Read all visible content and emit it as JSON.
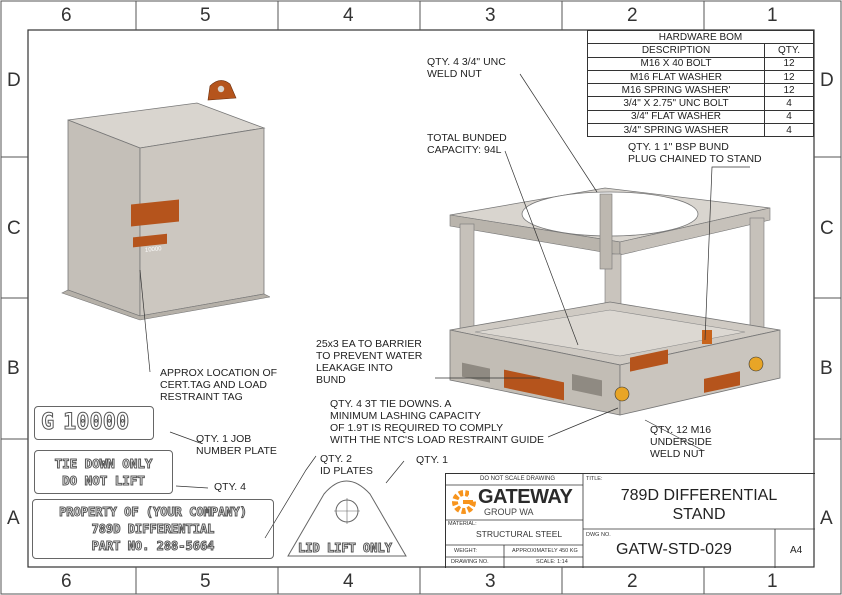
{
  "zones": {
    "columns": [
      "6",
      "5",
      "4",
      "3",
      "2",
      "1"
    ],
    "rows": [
      "D",
      "C",
      "B",
      "A"
    ]
  },
  "bom": {
    "title": "HARDWARE BOM",
    "headers": [
      "DESCRIPTION",
      "QTY."
    ],
    "rows": [
      {
        "desc": "M16 X 40 BOLT",
        "qty": "12"
      },
      {
        "desc": "M16 FLAT WASHER",
        "qty": "12"
      },
      {
        "desc": "M16 SPRING WASHER'",
        "qty": "12"
      },
      {
        "desc": "3/4\" X 2.75\" UNC BOLT",
        "qty": "4"
      },
      {
        "desc": "3/4\" FLAT WASHER",
        "qty": "4"
      },
      {
        "desc": "3/4\" SPRING WASHER",
        "qty": "4"
      }
    ]
  },
  "callouts": {
    "weld_nut_top": "QTY. 4 3/4\" UNC\nWELD NUT",
    "bunded_capacity": "TOTAL BUNDED\nCAPACITY: 94L",
    "bsp_plug": "QTY. 1 1\" BSP BUND\nPLUG CHAINED TO STAND",
    "cert_tag": "APPROX LOCATION OF\nCERT.TAG AND LOAD\nRESTRAINT TAG",
    "barrier": "25x3 EA TO BARRIER\nTO PREVENT WATER\nLEAKAGE INTO\nBUND",
    "tie_downs": "QTY. 4 3T TIE DOWNS. A\nMINIMUM LASHING CAPACITY\nOF 1.9T IS REQUIRED TO COMPLY\nWITH THE NTC'S LOAD RESTRAINT GUIDE",
    "underside_nut": "QTY. 12 M16\nUNDERSIDE\nWELD NUT",
    "job_plate": "QTY. 1 JOB\nNUMBER PLATE",
    "id_plates": "QTY. 2\nID PLATES",
    "lid_qty": "QTY. 1",
    "tie_qty": "QTY. 4"
  },
  "plates": {
    "job_number": "10000",
    "tie_down_line1": "TIE DOWN ONLY",
    "tie_down_line2": "DO NOT LIFT",
    "property_line1": "PROPERTY OF (YOUR COMPANY)",
    "property_line2": "789D DIFFERENTIAL",
    "property_line3": "PART NO. 288-5664",
    "lid_lift": "LID LIFT ONLY",
    "cover_tab": "LID LIFT ONLY",
    "cover_tag_number": "10000"
  },
  "title_block": {
    "do_not_scale": "DO NOT SCALE DRAWING",
    "company": "GATEWAY",
    "company_sub": "GROUP WA",
    "title_label": "TITLE:",
    "title_line1": "789D DIFFERENTIAL",
    "title_line2": "STAND",
    "material_label": "MATERIAL:",
    "material": "STRUCTURAL STEEL",
    "weight_label": "WEIGHT:",
    "weight": "APPROXIMATELY 450 KG",
    "dwg_label": "DWG NO.",
    "dwg_no": "GATW-STD-029",
    "size": "A4",
    "drawing_no_label": "DRAWING NO.",
    "scale": "SCALE: 1:14"
  },
  "colors": {
    "orange": "#f7941d",
    "tag": "#b5541c",
    "steel_light": "#d9d5cf",
    "steel_mid": "#c6c1ba",
    "steel_dark": "#a9a49c",
    "border": "#333333"
  }
}
